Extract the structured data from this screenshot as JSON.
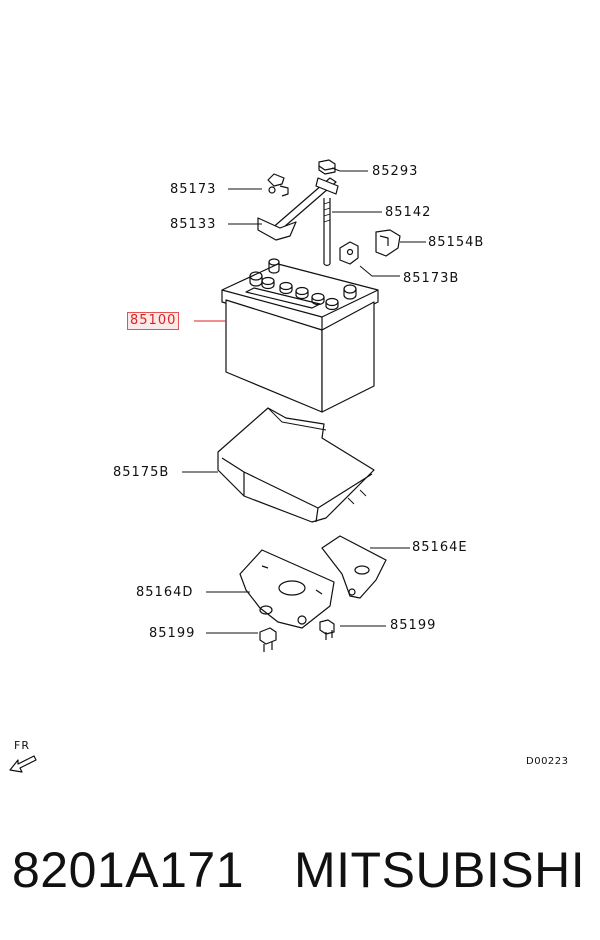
{
  "labels": {
    "p85293": "85293",
    "p85173": "85173",
    "p85142": "85142",
    "p85133": "85133",
    "p85154b": "85154B",
    "p85173b": "85173B",
    "p85100": "85100",
    "p85175b": "85175B",
    "p85164e": "85164E",
    "p85164d": "85164D",
    "p85199l": "85199",
    "p85199r": "85199"
  },
  "highlight_color": "#d22222",
  "fr_label": "FR",
  "diagram_code": "D00223",
  "footer": {
    "part_number": "8201A171",
    "brand": "MITSUBISHI"
  }
}
